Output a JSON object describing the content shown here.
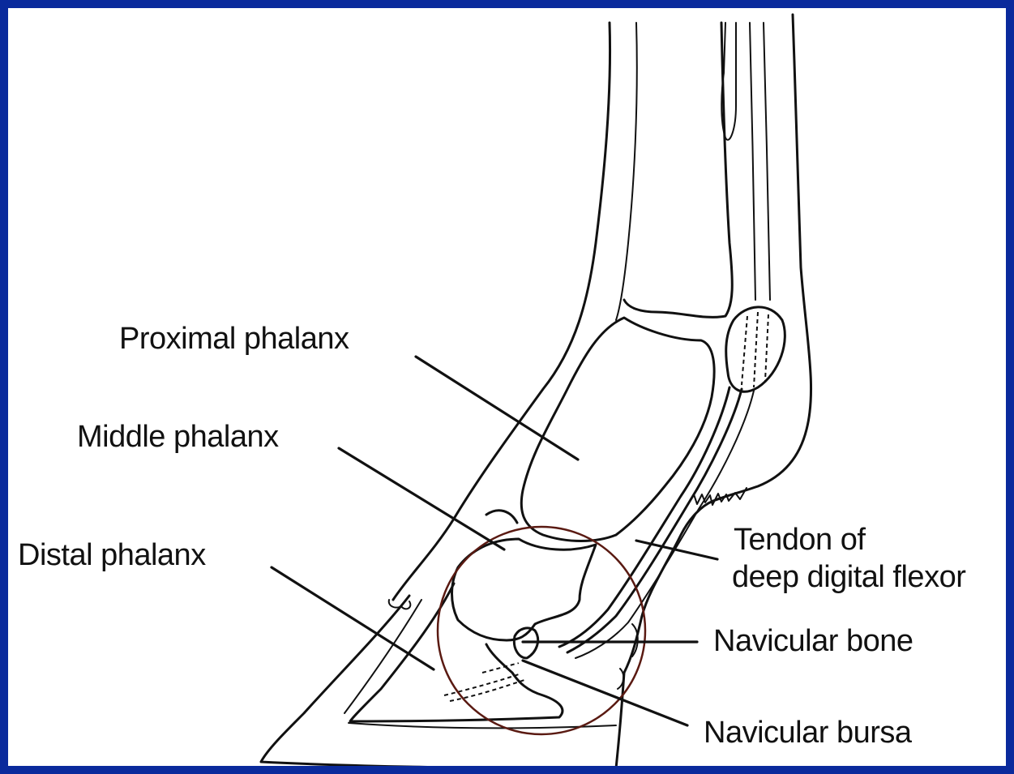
{
  "labels": {
    "proximal": "Proximal phalanx",
    "middle": "Middle phalanx",
    "distal": "Distal phalanx",
    "tendon_line1": "Tendon of",
    "tendon_line2": "deep digital flexor",
    "navicular_bone": "Navicular bone",
    "navicular_bursa": "Navicular bursa"
  },
  "colors": {
    "slide_border": "#0a2a9c",
    "background": "#ffffff",
    "ink": "#111111",
    "highlight_circle": "#5a1a12"
  }
}
